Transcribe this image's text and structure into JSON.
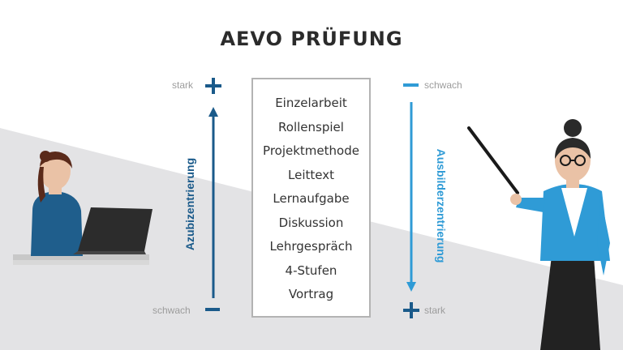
{
  "title": "AEVO PRÜFUNG",
  "methods": [
    "Einzelarbeit",
    "Rollenspiel",
    "Projektmethode",
    "Leittext",
    "Lernaufgabe",
    "Diskussion",
    "Lehrgespräch",
    "4-Stufen",
    "Vortrag"
  ],
  "left_axis": {
    "label": "Azubizentrierung",
    "top_label": "stark",
    "bottom_label": "schwach",
    "color": "#1a5a8a"
  },
  "right_axis": {
    "label": "Ausbilderzentrierung",
    "top_label": "schwach",
    "bottom_label": "stark",
    "color": "#2f9bd6"
  },
  "icons": [
    "plus-icon",
    "minus-icon",
    "arrow-up-icon",
    "arrow-down-icon",
    "student-laptop-illustration",
    "trainer-pointer-illustration"
  ]
}
